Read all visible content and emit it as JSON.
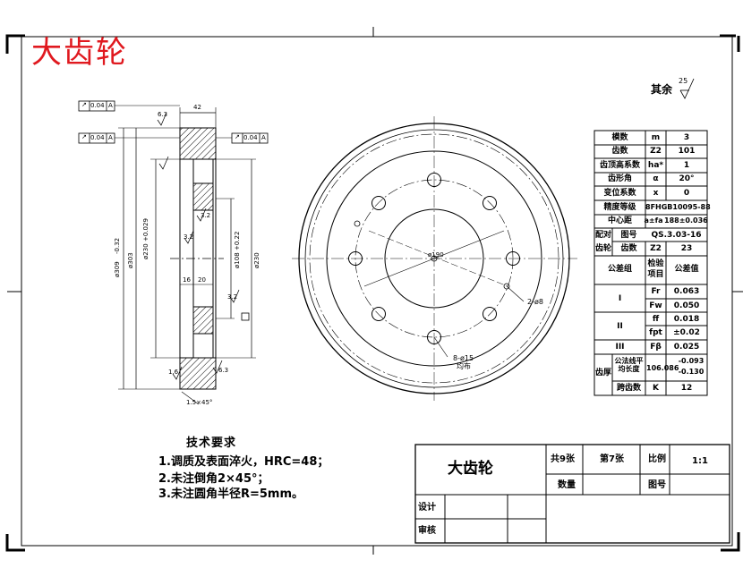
{
  "drawing": {
    "title_overlay": "大齿轮",
    "surface_finish": {
      "label": "其余",
      "value": "25"
    },
    "technical_requirements": {
      "heading": "技术要求",
      "items": [
        "1.调质及表面淬火，HRC=48；",
        "2.未注倒角2×45°；",
        "3.未注圆角半径R=5mm。"
      ]
    },
    "section_view": {
      "tolerances": [
        {
          "symbol": "↗",
          "value": "0.04",
          "datum": "A"
        },
        {
          "symbol": "↗",
          "value": "0.04",
          "datum": "A"
        },
        {
          "symbol": "↗",
          "value": "0.04",
          "datum": "A"
        }
      ],
      "dims": {
        "width_top": "42",
        "od": "ø309",
        "od_tol": "-0.32",
        "d303": "ø303",
        "d230": "ø230",
        "d230_tol": "+0.029",
        "d108": "ø108",
        "d108_tol": "+0.22",
        "d230b": "ø230",
        "w16": "16",
        "w20": "20",
        "chamfer": "1.5×45°",
        "rough1": "6.3",
        "rough2": "3.2",
        "rough3": "3.2",
        "rough4": "3.2",
        "rough5": "1.6",
        "rough6": "6.3"
      }
    },
    "front_view": {
      "hole_label": "8-ø15",
      "hole_sub": "均布",
      "groove_label": "2-ø8",
      "center_label": "ø190"
    },
    "gear_params": {
      "rows": [
        {
          "name": "模数",
          "sym": "m",
          "val": "3"
        },
        {
          "name": "齿数",
          "sym": "Z2",
          "val": "101"
        },
        {
          "name": "齿顶高系数",
          "sym": "ha*",
          "val": "1"
        },
        {
          "name": "齿形角",
          "sym": "α",
          "val": "20°"
        },
        {
          "name": "变位系数",
          "sym": "x",
          "val": "0"
        }
      ],
      "accuracy_label": "精度等级",
      "accuracy_val": "8FHGB10095-88",
      "center_label": "中心距",
      "center_sym": "a±fa",
      "center_val": "188±0.036",
      "mate_label1": "配对",
      "mate_label2": "齿轮",
      "drawing_no_label": "图号",
      "drawing_no_val": "QS.3.03-16",
      "mate_teeth_label": "齿数",
      "mate_teeth_sym": "Z2",
      "mate_teeth_val": "23",
      "tol_group_label": "公差组",
      "check_item_label1": "检验",
      "check_item_label2": "项目",
      "tol_value_label": "公差值",
      "groups": [
        {
          "group": "I",
          "items": [
            {
              "sym": "Fr",
              "val": "0.063"
            },
            {
              "sym": "Fw",
              "val": "0.050"
            }
          ]
        },
        {
          "group": "II",
          "items": [
            {
              "sym": "ff",
              "val": "0.018"
            },
            {
              "sym": "fpt",
              "val": "±0.02"
            }
          ]
        },
        {
          "group": "III",
          "items": [
            {
              "sym": "Fβ",
              "val": "0.025"
            }
          ]
        }
      ],
      "thickness_label1": "齿厚",
      "thickness_item": "公法线平均长度",
      "thickness_val": "106.086",
      "thickness_tol_upper": "-0.093",
      "thickness_tol_lower": "-0.130",
      "span_label": "跨齿数",
      "span_sym": "K",
      "span_val": "12"
    },
    "title_block": {
      "part_name": "大齿轮",
      "total": "共9张",
      "sheet": "第7张",
      "scale_label": "比例",
      "scale_val": "1:1",
      "qty_label": "数量",
      "drawing_no_label": "图号",
      "designer_label": "设计",
      "checker_label": "审核"
    }
  }
}
